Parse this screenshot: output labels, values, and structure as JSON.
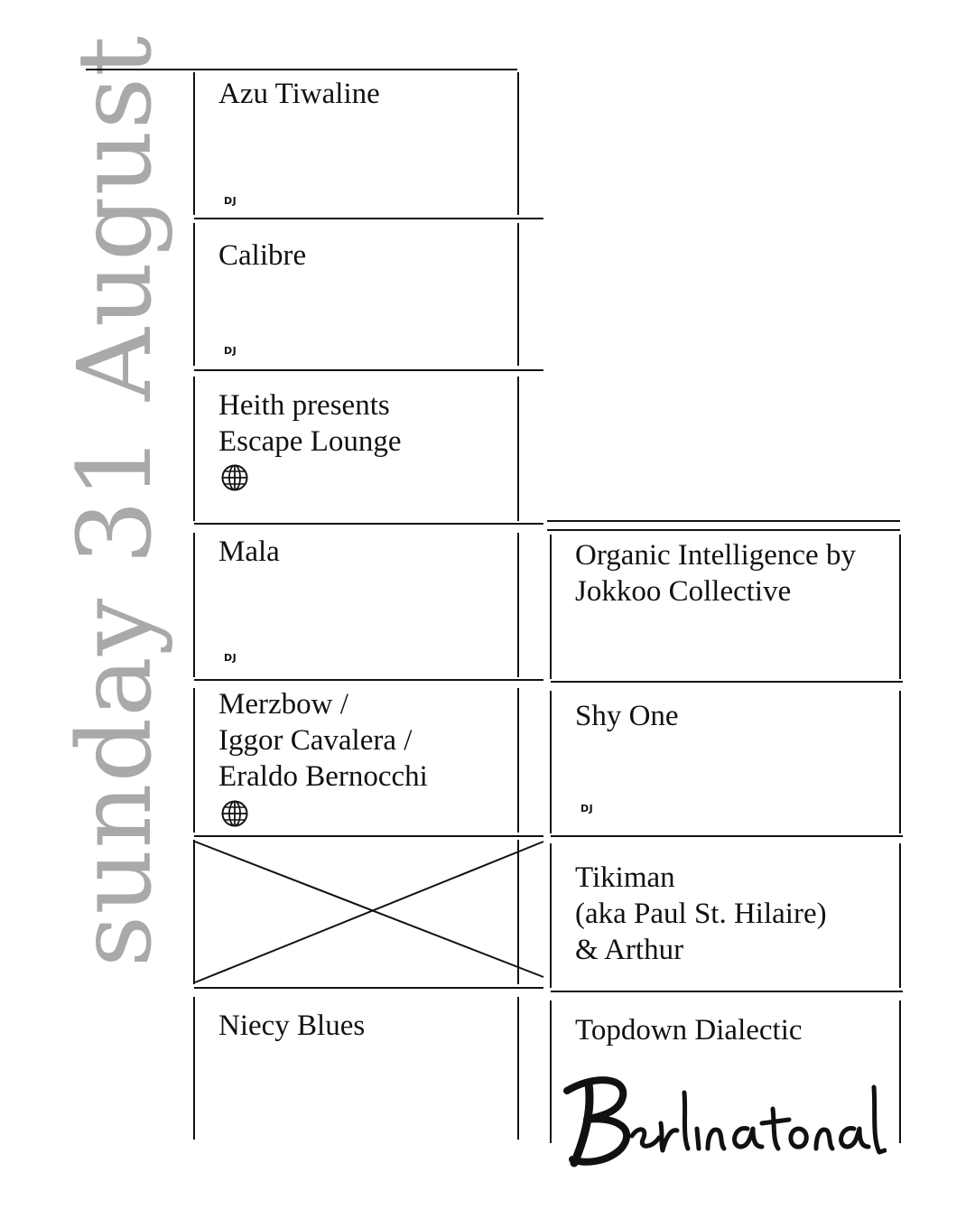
{
  "date": "sunday 31 August",
  "tags": {
    "dj": "DJ"
  },
  "left_column": [
    {
      "title": "Azu Tiwaline",
      "tag": "DJ"
    },
    {
      "title": "Calibre",
      "tag": "DJ"
    },
    {
      "title": "Heith presents\nEscape Lounge",
      "icon": "globe-icon"
    },
    {
      "title": "Mala",
      "tag": "DJ"
    },
    {
      "title": "Merzbow /\nIggor Cavalera /\nEraldo Bernocchi",
      "icon": "globe-icon"
    },
    {
      "title": "",
      "cancelled": true
    },
    {
      "title": "Niecy Blues"
    }
  ],
  "right_column": [
    {
      "title": "Organic Intelligence by\nJokkoo Collective"
    },
    {
      "title": "Shy One",
      "tag": "DJ"
    },
    {
      "title": "Tikiman\n(aka Paul St. Hilaire)\n& Arthur"
    },
    {
      "title": "Topdown Dialectic"
    }
  ],
  "brand": {
    "signature": "Berlin Atonal"
  },
  "colors": {
    "ink": "#111111",
    "date": "#a9a9a9",
    "background": "#ffffff"
  }
}
